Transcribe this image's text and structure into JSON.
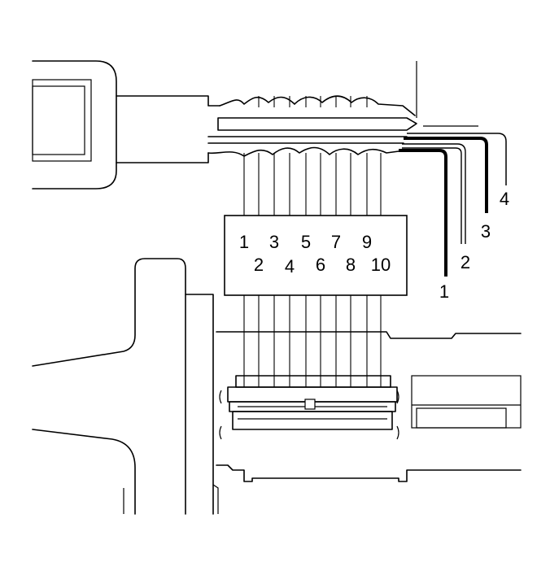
{
  "pin_labels": [
    "1",
    "2",
    "3",
    "4",
    "5",
    "6",
    "7",
    "8",
    "9",
    "10"
  ],
  "wire_labels": [
    "1",
    "2",
    "3",
    "4"
  ],
  "colors": {
    "line": "#000000",
    "background": "#ffffff"
  }
}
